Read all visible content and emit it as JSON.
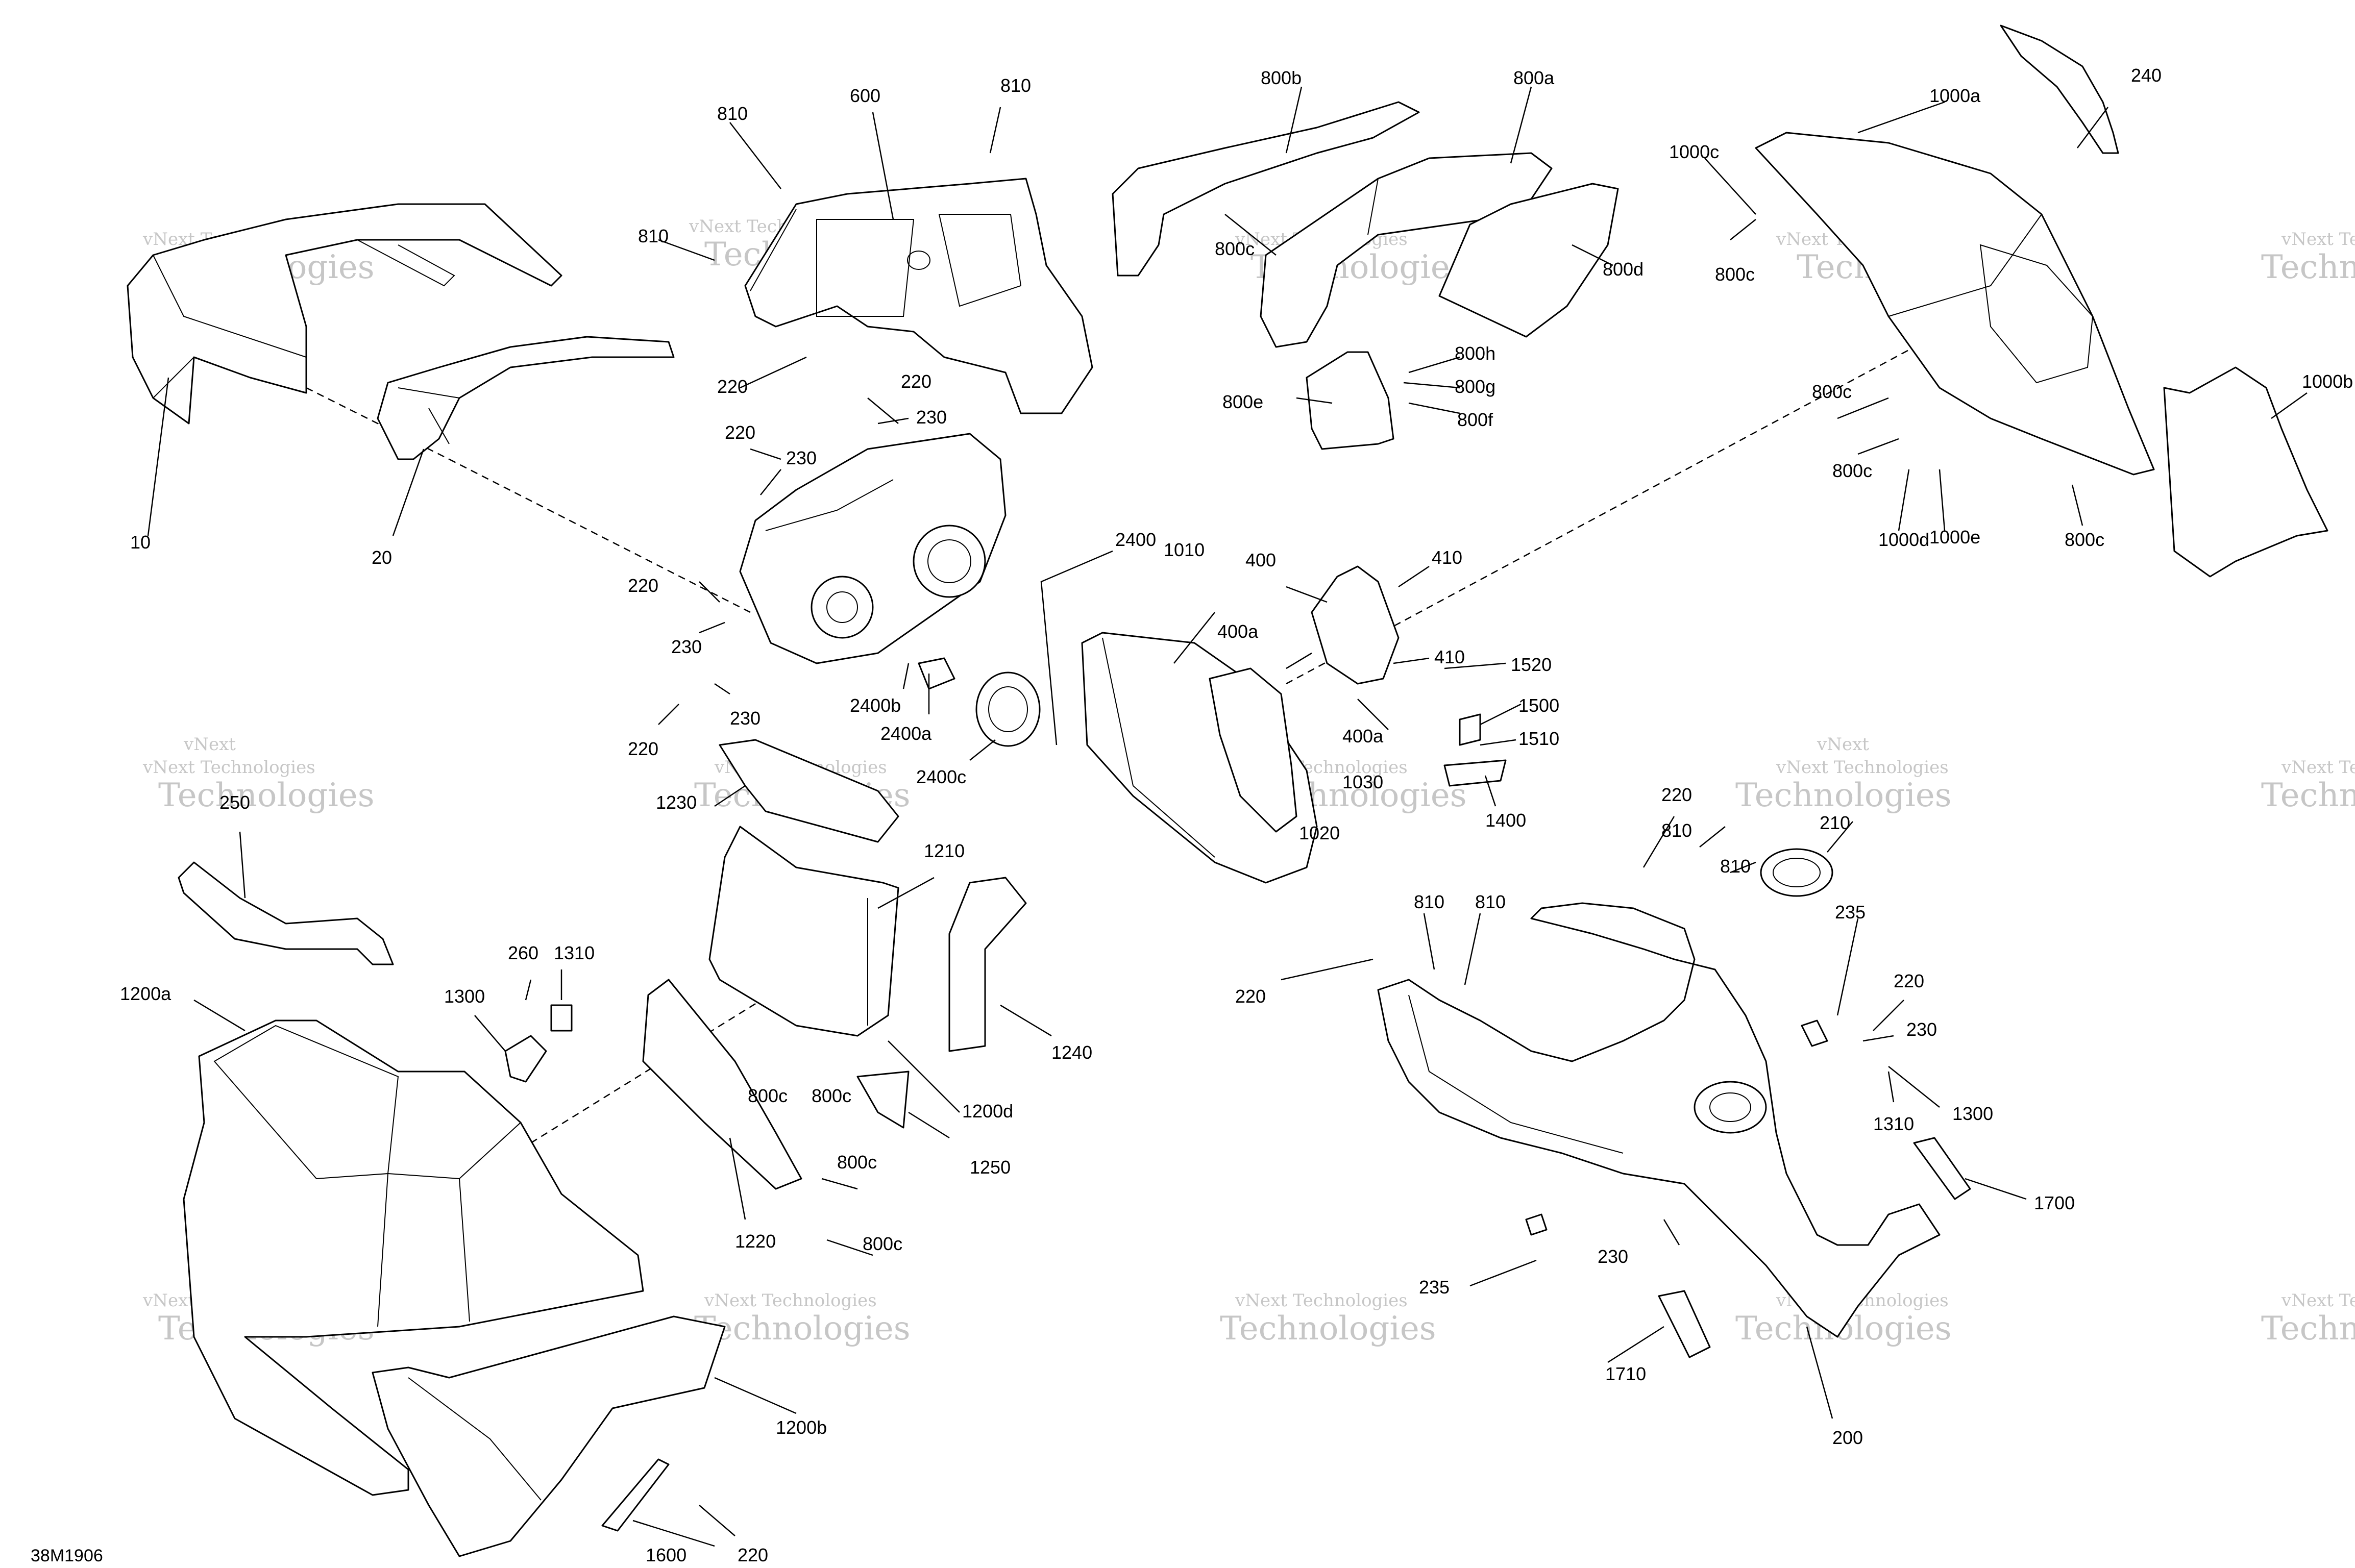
{
  "diagram_code": "38M1906",
  "watermark": {
    "line1": "vNext Technologies",
    "line2": "Technologies",
    "line3": "vNext"
  },
  "labels": {
    "l10": "10",
    "l20": "20",
    "l200": "200",
    "l210": "210",
    "l220": "220",
    "l230": "230",
    "l235": "235",
    "l240": "240",
    "l250": "250",
    "l260": "260",
    "l400": "400",
    "l400a": "400a",
    "l410": "410",
    "l600": "600",
    "l800a": "800a",
    "l800b": "800b",
    "l800c": "800c",
    "l800d": "800d",
    "l800e": "800e",
    "l800f": "800f",
    "l800g": "800g",
    "l800h": "800h",
    "l810": "810",
    "l1000a": "1000a",
    "l1000b": "1000b",
    "l1000c": "1000c",
    "l1000d": "1000d",
    "l1000e": "1000e",
    "l1010": "1010",
    "l1020": "1020",
    "l1030": "1030",
    "l1200a": "1200a",
    "l1200b": "1200b",
    "l1200d": "1200d",
    "l1210": "1210",
    "l1220": "1220",
    "l1230": "1230",
    "l1240": "1240",
    "l1250": "1250",
    "l1300": "1300",
    "l1310": "1310",
    "l1400": "1400",
    "l1500": "1500",
    "l1510": "1510",
    "l1520": "1520",
    "l1600": "1600",
    "l1700": "1700",
    "l1710": "1710",
    "l2400": "2400",
    "l2400a": "2400a",
    "l2400b": "2400b",
    "l2400c": "2400c"
  }
}
